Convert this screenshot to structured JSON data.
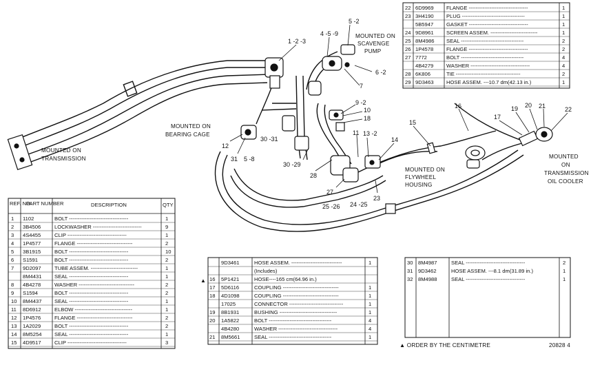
{
  "annotations": {
    "scavenge": [
      "MOUNTED ON",
      "SCAVENGE",
      "PUMP"
    ],
    "transmission": [
      "MOUNTED ON",
      "TRANSMISSION"
    ],
    "bearing": [
      "MOUNTED ON",
      "BEARING CAGE"
    ],
    "flywheel": [
      "MOUNTED ON",
      "FLYWHEEL",
      "HOUSING"
    ],
    "cooler": [
      "MOUNTED",
      "ON",
      "TRANSMISSION",
      "OIL COOLER"
    ]
  },
  "callouts": [
    {
      "id": "c1",
      "text": "1 -2 -3"
    },
    {
      "id": "c2",
      "text": "4 -5 -9"
    },
    {
      "id": "c3",
      "text": "5 -2"
    },
    {
      "id": "c4",
      "text": "6 -2"
    },
    {
      "id": "c5",
      "text": "7"
    },
    {
      "id": "c6",
      "text": "9 -2"
    },
    {
      "id": "c7",
      "text": "10"
    },
    {
      "id": "c8",
      "text": "18"
    },
    {
      "id": "c9",
      "text": "16"
    },
    {
      "id": "c10",
      "text": "17"
    },
    {
      "id": "c11",
      "text": "19"
    },
    {
      "id": "c12",
      "text": "20"
    },
    {
      "id": "c13",
      "text": "21"
    },
    {
      "id": "c14",
      "text": "22"
    },
    {
      "id": "c15",
      "text": "15"
    },
    {
      "id": "c16",
      "text": "14"
    },
    {
      "id": "c17",
      "text": "13 -2"
    },
    {
      "id": "c18",
      "text": "11"
    },
    {
      "id": "c19",
      "text": "12"
    },
    {
      "id": "c20",
      "text": "30 -31"
    },
    {
      "id": "c21",
      "text": "31"
    },
    {
      "id": "c22",
      "text": "5 -8"
    },
    {
      "id": "c23",
      "text": "30 -29"
    },
    {
      "id": "c24",
      "text": "28"
    },
    {
      "id": "c25",
      "text": "27"
    },
    {
      "id": "c26",
      "text": "25 -26"
    },
    {
      "id": "c27",
      "text": "24 -25"
    },
    {
      "id": "c28",
      "text": "23"
    }
  ],
  "table_top_right": [
    [
      "22",
      "6D9969",
      "FLANGE",
      "1"
    ],
    [
      "23",
      "3H4190",
      "PLUG",
      "1"
    ],
    [
      "",
      "5B5947",
      "GASKET",
      "1"
    ],
    [
      "24",
      "9D8961",
      "SCREEN ASSEM.",
      "1"
    ],
    [
      "25",
      "8M4986",
      "SEAL",
      "2"
    ],
    [
      "26",
      "1P4578",
      "FLANGE",
      "2"
    ],
    [
      "27",
      "7772",
      "BOLT",
      "4"
    ],
    [
      "",
      "4B4279",
      "WASHER",
      "4"
    ],
    [
      "28",
      "6K806",
      "TIE",
      "2"
    ],
    [
      "29",
      "9D3463",
      "HOSE ASSEM. ---10.7 dm(42.13 in.)",
      "1"
    ]
  ],
  "table_left": {
    "headers": [
      "REF. NO.",
      "PART NUMBER",
      "DESCRIPTION",
      "QTY"
    ],
    "rows": [
      [
        "1",
        "1102",
        "BOLT",
        "1"
      ],
      [
        "2",
        "3B4506",
        "LOCKWASHER",
        "9"
      ],
      [
        "3",
        "4S4455",
        "CLIP",
        "1"
      ],
      [
        "4",
        "1P4577",
        "FLANGE",
        "2"
      ],
      [
        "5",
        "3B1915",
        "BOLT",
        "10"
      ],
      [
        "6",
        "S1591",
        "BOLT",
        "2"
      ],
      [
        "7",
        "9D2097",
        "TUBE ASSEM.",
        "1"
      ],
      [
        "",
        "8M4431",
        "SEAL",
        "1"
      ],
      [
        "8",
        "4B4278",
        "WASHER",
        "2"
      ],
      [
        "9",
        "S1594",
        "BOLT",
        "2"
      ],
      [
        "10",
        "8M4437",
        "SEAL",
        "1"
      ],
      [
        "11",
        "8D6912",
        "ELBOW",
        "1"
      ],
      [
        "12",
        "1P4576",
        "FLANGE",
        "2"
      ],
      [
        "13",
        "1A2029",
        "BOLT",
        "2"
      ],
      [
        "14",
        "8M5254",
        "SEAL",
        "1"
      ],
      [
        "15",
        "4D9517",
        "CLIP",
        "3"
      ]
    ]
  },
  "table_mid": [
    [
      "",
      "9D3461",
      "HOSE ASSEM.",
      "1"
    ],
    [
      "",
      "",
      "(Includes)",
      ""
    ],
    [
      "16",
      "5P1421",
      "HOSE----165 cm(64.96 in.)",
      ""
    ],
    [
      "17",
      "5D6116",
      "COUPLING",
      "1"
    ],
    [
      "18",
      "4D1098",
      "COUPLING",
      "1"
    ],
    [
      "",
      "17025",
      "CONNECTOR",
      "1"
    ],
    [
      "19",
      "8B1931",
      "BUSHING",
      "1"
    ],
    [
      "20",
      "1A5822",
      "BOLT",
      "4"
    ],
    [
      "",
      "4B4280",
      "WASHER",
      "4"
    ],
    [
      "21",
      "8M5661",
      "SEAL",
      "1"
    ]
  ],
  "table_right": [
    [
      "30",
      "8M4987",
      "SEAL",
      "2"
    ],
    [
      "31",
      "9D3462",
      "HOSE ASSEM. ---8.1 dm(31.89 in.)",
      "1"
    ],
    [
      "32",
      "8M4988",
      "SEAL",
      "1"
    ]
  ],
  "footer": {
    "marker": "▲",
    "order_note": "▲ ORDER BY THE CENTIMETRE",
    "ref_number": "20828 4"
  }
}
